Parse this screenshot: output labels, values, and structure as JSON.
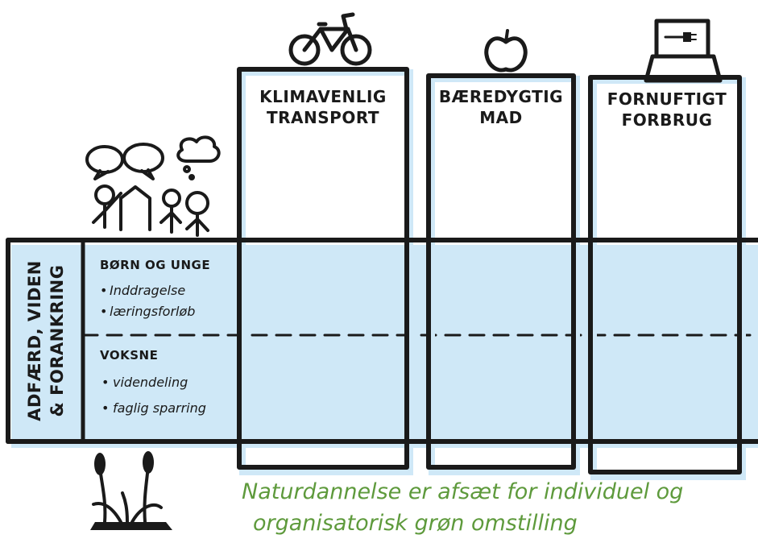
{
  "columns": [
    {
      "title_line1": "KLIMAVENLIG",
      "title_line2": "TRANSPORT",
      "icon": "bicycle-icon"
    },
    {
      "title_line1": "BÆREDYGTIG",
      "title_line2": "MAD",
      "icon": "apple-icon"
    },
    {
      "title_line1": "FORNUFTIGT",
      "title_line2": "FORBRUG",
      "icon": "plug-box-icon"
    }
  ],
  "side_label": {
    "line1": "ADFÆRD, VIDEN",
    "line2": "& FORANKRING"
  },
  "sections": [
    {
      "title": "BØRN OG UNGE",
      "items": [
        "Inddragelse",
        "læringsforløb"
      ]
    },
    {
      "title": "VOKSNE",
      "items": [
        "videndeling",
        "faglig sparring"
      ]
    }
  ],
  "caption": {
    "line1": "Naturdannelse er afsæt for individuel og",
    "line2": "organisatorisk grøn omstilling"
  },
  "colors": {
    "ink": "#1a1a1a",
    "caption": "#5e9a3c",
    "shadow": "#cfe8f7"
  }
}
